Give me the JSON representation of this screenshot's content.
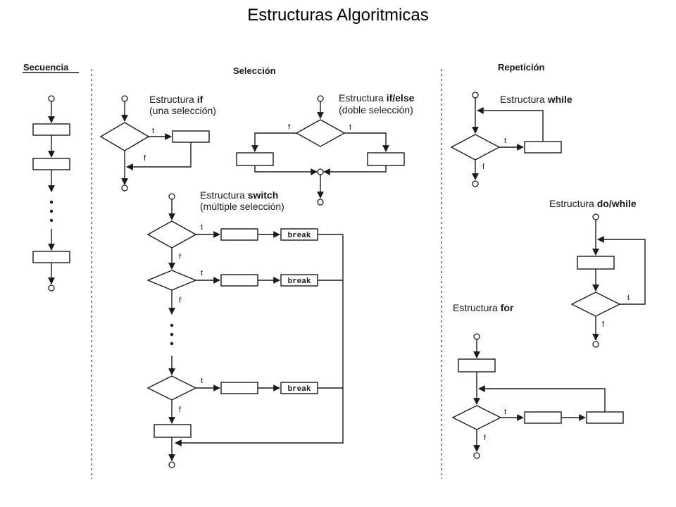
{
  "title": "Estructuras Algoritmicas",
  "sections": {
    "secuencia": "Secuencia",
    "seleccion": "Selección",
    "repeticion": "Repetición"
  },
  "structures": {
    "if": {
      "prefix": "Estructura ",
      "keyword": "if",
      "subtitle": "(una selección)"
    },
    "if_else": {
      "prefix": "Estructura ",
      "keyword": "if/else",
      "subtitle": "(doble selección)"
    },
    "switch": {
      "prefix": "Estructura ",
      "keyword": "switch",
      "subtitle": "(múltiple selección)"
    },
    "while": {
      "prefix": "Estructura ",
      "keyword": "while"
    },
    "do_while": {
      "prefix": "Estructura ",
      "keyword": "do/while"
    },
    "for": {
      "prefix": "Estructura ",
      "keyword": "for"
    }
  },
  "labels": {
    "true_mark": "t",
    "false_mark": "f",
    "break": "break"
  }
}
